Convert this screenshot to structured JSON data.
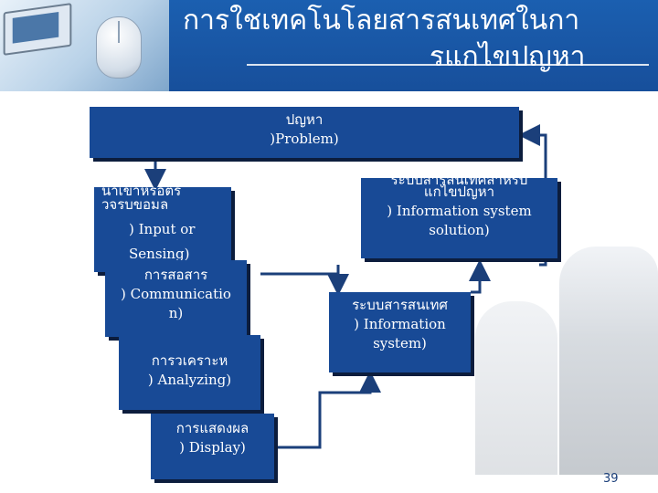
{
  "title": {
    "line1": "การใชเทคโนโลยสารสนเทศในกา",
    "line2": "รแกไขปญหา"
  },
  "boxes": {
    "problem": {
      "th": "ปญหา",
      "en": ")Problem)"
    },
    "input": {
      "th1": "นาเขาหรอตร",
      "th2": "วจรบขอมล",
      "en1": ") Input or",
      "en2": "Sensing)"
    },
    "communication": {
      "th": "การสอสาร",
      "en1": ") Communicatio",
      "en2": "n)"
    },
    "analyzing": {
      "th": "การวเคราะห",
      "en": ") Analyzing)"
    },
    "display": {
      "th": "การแสดงผล",
      "en": ") Display)"
    },
    "info_solution": {
      "th1": "ระบบสารสนเทศสาหรบ",
      "th2": "แกไขปญหา",
      "en1": ") Information system",
      "en2": "solution)"
    },
    "info_system": {
      "th": "ระบบสารสนเทศ",
      "en1": ") Information",
      "en2": "system)"
    }
  },
  "page_number": "39",
  "colors": {
    "box_fill": "#184a96",
    "box_shadow": "#0c1d3d",
    "arrow": "#1b3f7a",
    "header": "#1b5fb0"
  },
  "icons": [
    "laptop-icon",
    "computer-mouse-icon"
  ]
}
